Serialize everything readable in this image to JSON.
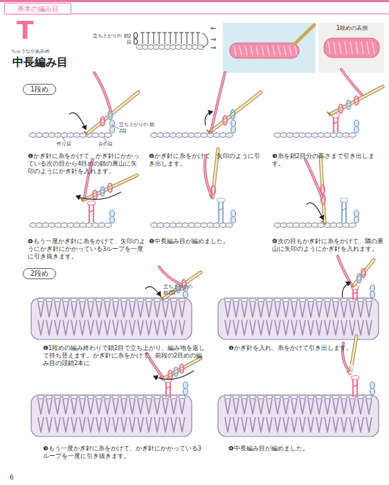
{
  "diagram": {
    "title": "中長編み目",
    "nodes": [
      {
        "text": [
          "基本の編み目"
        ]
      },
      {
        "text": [
          "1段め"
        ]
      },
      {
        "text": [
          "2段め"
        ]
      }
    ],
    "labels": [
      "T",
      "ちゅうながあみめ",
      "立ち上がりの 鎖2目",
      "⇐",
      "⇒",
      "⇒",
      "1段めの表側",
      "立ち上がりの 鎖2目",
      "作り目",
      "台の目",
      "❶かぎ針に糸をかけて、かぎ針にかかっている次の目から4目めの鎖の裏山に矢印のようにかぎ針を入れます。",
      "❷かぎ針に糸をかけて、矢印のように引き出します。",
      "❸糸を鎖2目分の高さまで引き出します。",
      "❹もう一度かぎ針に糸をかけて、矢印のようにかぎ針にかかっている3ループを一度に引き抜きます。",
      "❺中長編み目が編めました。",
      "❻次の目もかぎ針に糸をかけて、隣の裏山に矢印のようにかぎ針を入れます。",
      "立ち上がりの 鎖2目",
      "❶1段めの編み終わりで鎖2目で立ち上がり、編み地を返して持ち替えます。かぎ針に糸をかけて、前段の2目めの編み目の頭鎖2本に",
      "❷かぎ針を入れ、糸をかけて引き出します。",
      "❸もう一度かぎ針に糸をかけて、かぎ針にかかっている3ループを一度に引き抜きます。",
      "❹中長編み目が編めました。",
      "6"
    ]
  }
}
